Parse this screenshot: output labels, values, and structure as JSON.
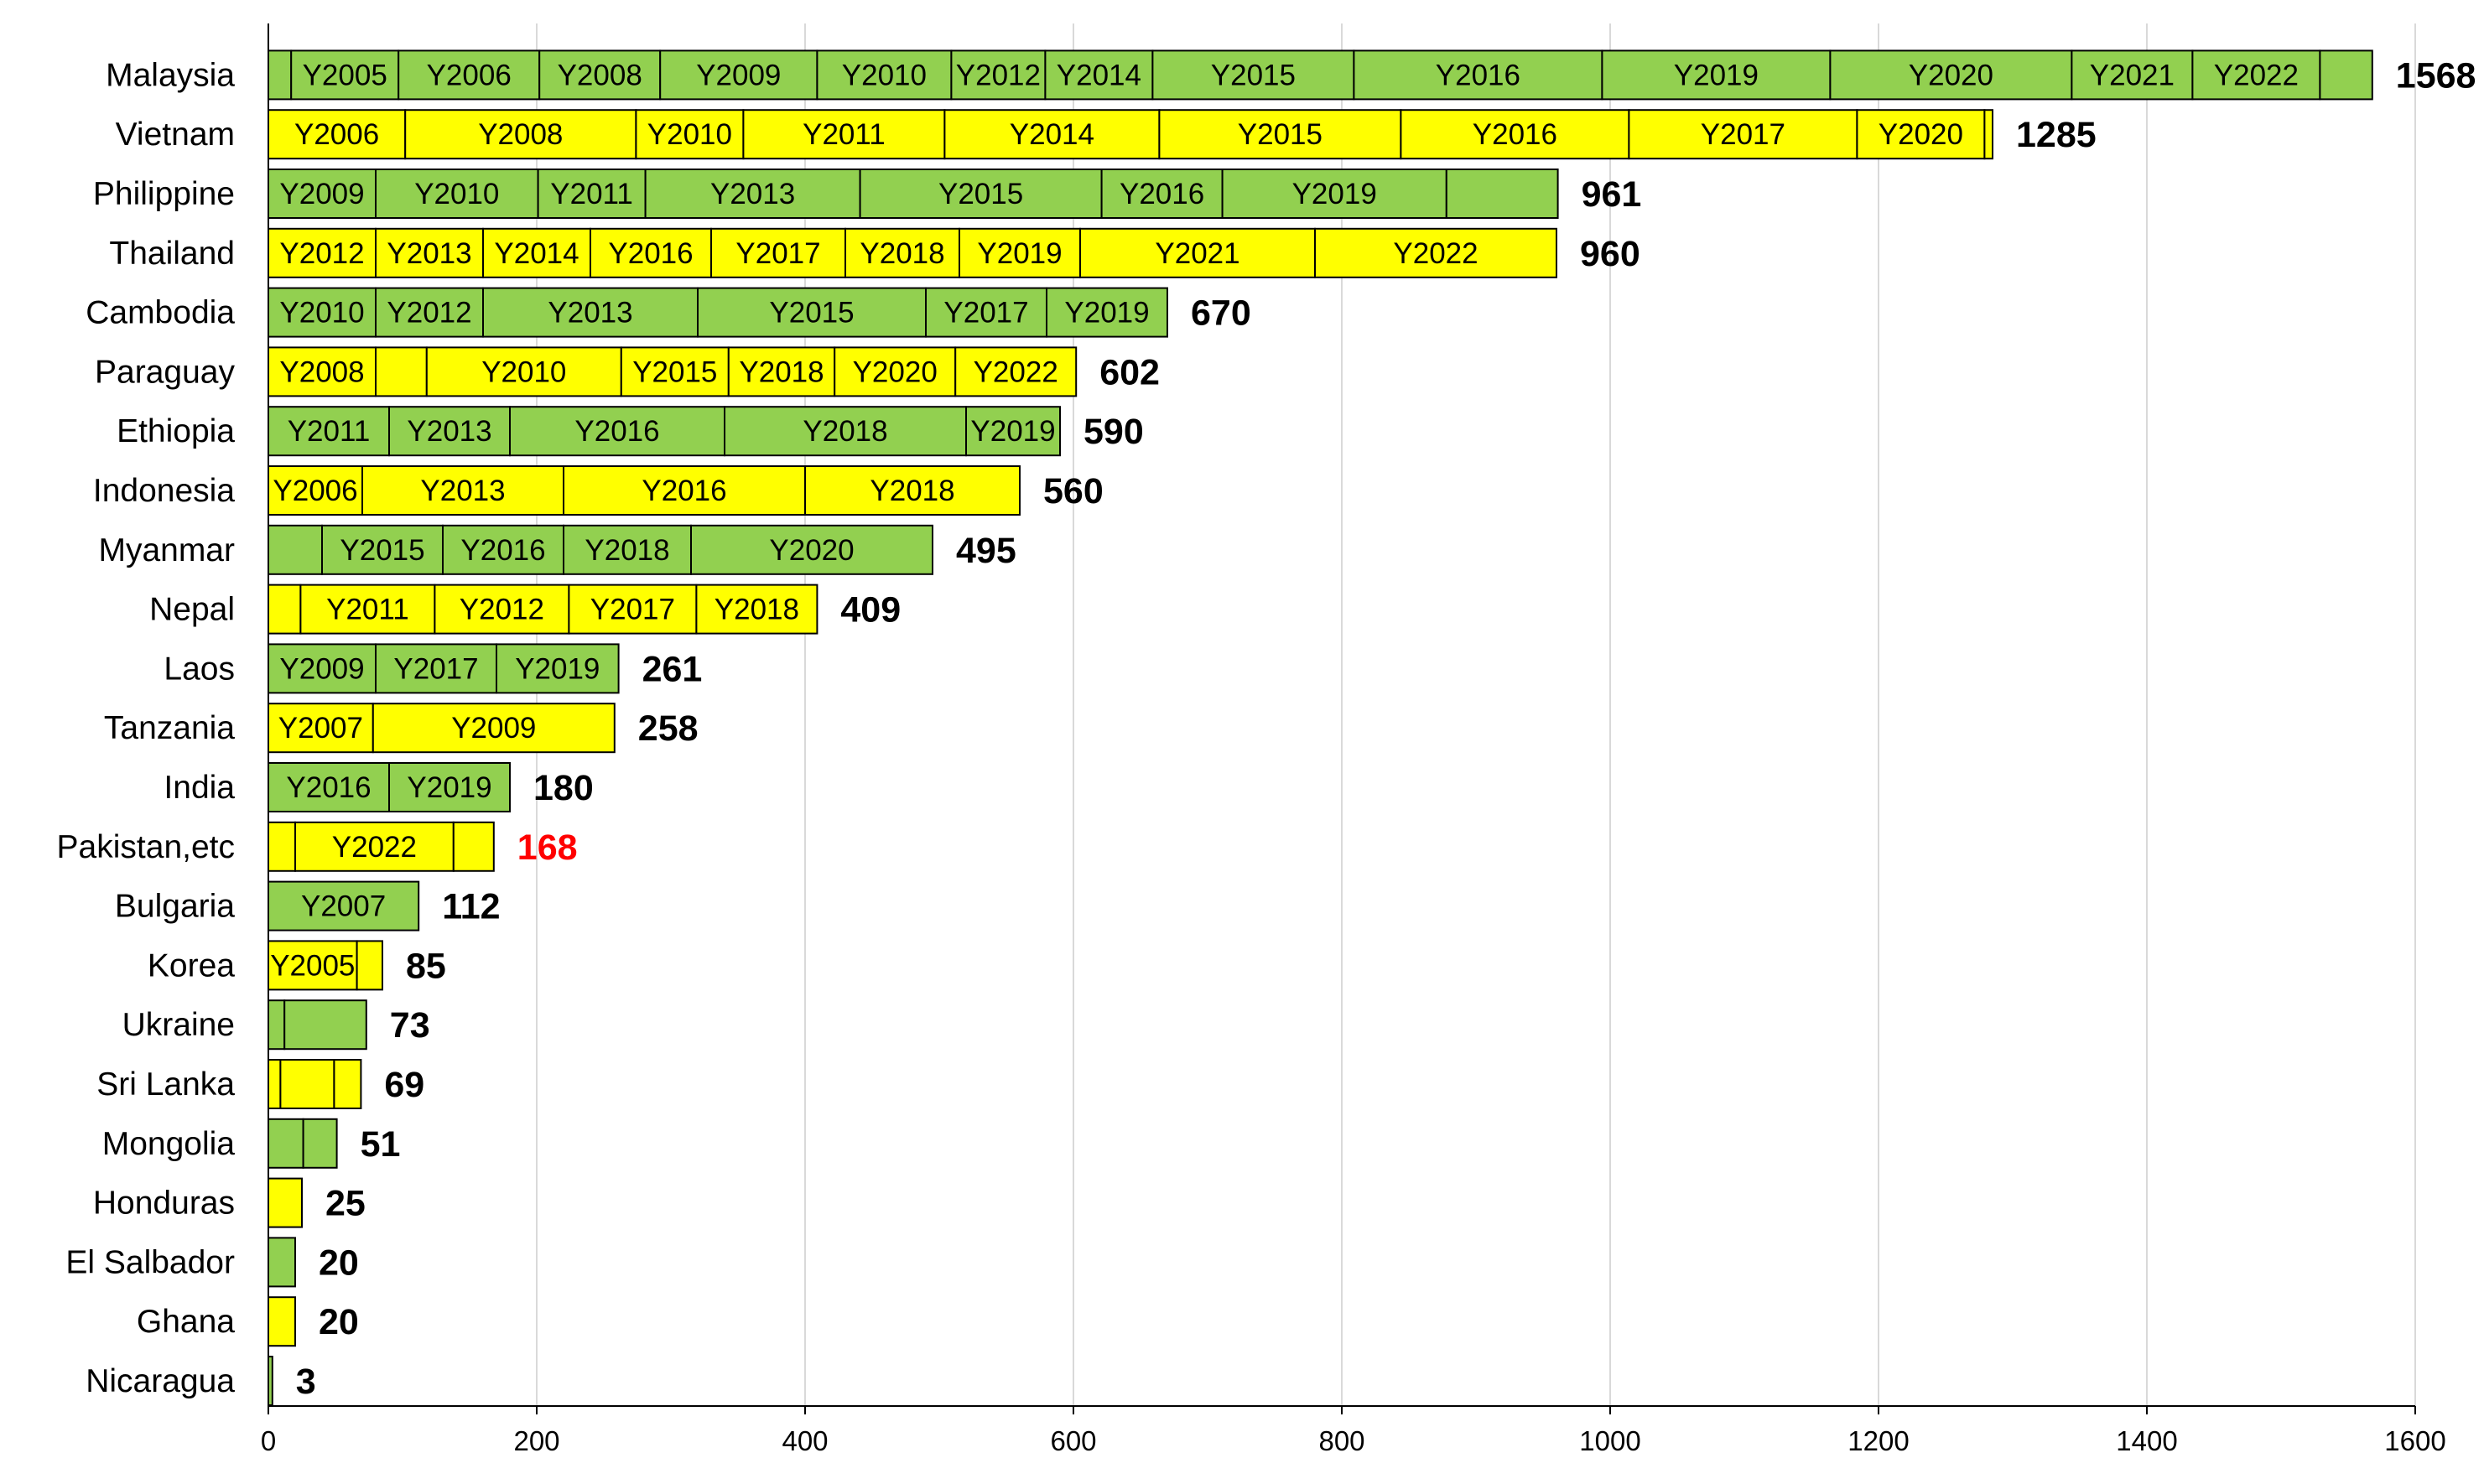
{
  "chart_data": {
    "type": "bar",
    "orientation": "horizontal",
    "stacked": true,
    "title": "",
    "xlabel": "",
    "ylabel": "",
    "xlim": [
      0,
      1600
    ],
    "xticks": [
      0,
      200,
      400,
      600,
      800,
      1000,
      1200,
      1400,
      1600
    ],
    "grid": "vertical",
    "legend": "none",
    "colors": {
      "green": "#92D050",
      "yellow": "#FFFF00",
      "border": "#000000",
      "highlight": "#FF0000",
      "grid": "#D9D9D9"
    },
    "rows": [
      {
        "category": "Malaysia",
        "color": "green",
        "total": 1568,
        "segments": [
          {
            "label": "",
            "value": 17
          },
          {
            "label": "Y2005",
            "value": 80
          },
          {
            "label": "Y2006",
            "value": 105
          },
          {
            "label": "Y2008",
            "value": 90
          },
          {
            "label": "Y2009",
            "value": 117
          },
          {
            "label": "Y2010",
            "value": 100
          },
          {
            "label": "Y2012",
            "value": 70
          },
          {
            "label": "Y2014",
            "value": 80
          },
          {
            "label": "Y2015",
            "value": 150
          },
          {
            "label": "Y2016",
            "value": 185
          },
          {
            "label": "Y2019",
            "value": 170
          },
          {
            "label": "Y2020",
            "value": 180
          },
          {
            "label": "Y2021",
            "value": 90
          },
          {
            "label": "Y2022",
            "value": 95
          },
          {
            "label": "",
            "value": 39
          }
        ]
      },
      {
        "category": "Vietnam",
        "color": "yellow",
        "total": 1285,
        "segments": [
          {
            "label": "Y2006",
            "value": 102
          },
          {
            "label": "Y2008",
            "value": 172
          },
          {
            "label": "Y2010",
            "value": 80
          },
          {
            "label": "Y2011",
            "value": 150
          },
          {
            "label": "Y2014",
            "value": 160
          },
          {
            "label": "Y2015",
            "value": 180
          },
          {
            "label": "Y2016",
            "value": 170
          },
          {
            "label": "Y2017",
            "value": 170
          },
          {
            "label": "Y2020",
            "value": 95
          },
          {
            "label": "",
            "value": 6
          }
        ]
      },
      {
        "category": "Philippine",
        "color": "green",
        "total": 961,
        "segments": [
          {
            "label": "Y2009",
            "value": 80
          },
          {
            "label": "Y2010",
            "value": 121
          },
          {
            "label": "Y2011",
            "value": 80
          },
          {
            "label": "Y2013",
            "value": 160
          },
          {
            "label": "Y2015",
            "value": 180
          },
          {
            "label": "Y2016",
            "value": 90
          },
          {
            "label": "Y2019",
            "value": 167
          },
          {
            "label": "",
            "value": 83
          }
        ]
      },
      {
        "category": "Thailand",
        "color": "yellow",
        "total": 960,
        "segments": [
          {
            "label": "Y2012",
            "value": 80
          },
          {
            "label": "Y2013",
            "value": 80
          },
          {
            "label": "Y2014",
            "value": 80
          },
          {
            "label": "Y2016",
            "value": 90
          },
          {
            "label": "Y2017",
            "value": 100
          },
          {
            "label": "Y2018",
            "value": 85
          },
          {
            "label": "Y2019",
            "value": 90
          },
          {
            "label": "Y2021",
            "value": 175
          },
          {
            "label": "Y2022",
            "value": 180
          }
        ]
      },
      {
        "category": "Cambodia",
        "color": "green",
        "total": 670,
        "segments": [
          {
            "label": "Y2010",
            "value": 80
          },
          {
            "label": "Y2012",
            "value": 80
          },
          {
            "label": "Y2013",
            "value": 160
          },
          {
            "label": "Y2015",
            "value": 170
          },
          {
            "label": "Y2017",
            "value": 90
          },
          {
            "label": "Y2019",
            "value": 90
          }
        ]
      },
      {
        "category": "Paraguay",
        "color": "yellow",
        "total": 602,
        "segments": [
          {
            "label": "Y2008",
            "value": 80
          },
          {
            "label": "",
            "value": 38
          },
          {
            "label": "Y2010",
            "value": 145
          },
          {
            "label": "Y2015",
            "value": 80
          },
          {
            "label": "Y2018",
            "value": 79
          },
          {
            "label": "Y2020",
            "value": 90
          },
          {
            "label": "Y2022",
            "value": 90
          }
        ]
      },
      {
        "category": "Ethiopia",
        "color": "green",
        "total": 590,
        "segments": [
          {
            "label": "Y2011",
            "value": 90
          },
          {
            "label": "Y2013",
            "value": 90
          },
          {
            "label": "Y2016",
            "value": 160
          },
          {
            "label": "Y2018",
            "value": 180
          },
          {
            "label": "Y2019",
            "value": 70
          }
        ]
      },
      {
        "category": "Indonesia",
        "color": "yellow",
        "total": 560,
        "segments": [
          {
            "label": "Y2006",
            "value": 70
          },
          {
            "label": "Y2013",
            "value": 150
          },
          {
            "label": "Y2016",
            "value": 180
          },
          {
            "label": "Y2018",
            "value": 160
          }
        ]
      },
      {
        "category": "Myanmar",
        "color": "green",
        "total": 495,
        "segments": [
          {
            "label": "",
            "value": 40
          },
          {
            "label": "Y2015",
            "value": 90
          },
          {
            "label": "Y2016",
            "value": 90
          },
          {
            "label": "Y2018",
            "value": 95
          },
          {
            "label": "Y2020",
            "value": 180
          }
        ]
      },
      {
        "category": "Nepal",
        "color": "yellow",
        "total": 409,
        "segments": [
          {
            "label": "",
            "value": 24
          },
          {
            "label": "Y2011",
            "value": 100
          },
          {
            "label": "Y2012",
            "value": 100
          },
          {
            "label": "Y2017",
            "value": 95
          },
          {
            "label": "Y2018",
            "value": 90
          }
        ]
      },
      {
        "category": "Laos",
        "color": "green",
        "total": 261,
        "segments": [
          {
            "label": "Y2009",
            "value": 80
          },
          {
            "label": "Y2017",
            "value": 90
          },
          {
            "label": "Y2019",
            "value": 91
          }
        ]
      },
      {
        "category": "Tanzania",
        "color": "yellow",
        "total": 258,
        "segments": [
          {
            "label": "Y2007",
            "value": 78
          },
          {
            "label": "Y2009",
            "value": 180
          }
        ]
      },
      {
        "category": "India",
        "color": "green",
        "total": 180,
        "segments": [
          {
            "label": "Y2016",
            "value": 90
          },
          {
            "label": "Y2019",
            "value": 90
          }
        ]
      },
      {
        "category": "Pakistan,etc",
        "color": "yellow",
        "total": 168,
        "highlight": true,
        "segments": [
          {
            "label": "",
            "value": 20
          },
          {
            "label": "Y2022",
            "value": 118
          },
          {
            "label": "",
            "value": 30
          }
        ]
      },
      {
        "category": "Bulgaria",
        "color": "green",
        "total": 112,
        "segments": [
          {
            "label": "Y2007",
            "value": 112
          }
        ]
      },
      {
        "category": "Korea",
        "color": "yellow",
        "total": 85,
        "segments": [
          {
            "label": "Y2005",
            "value": 66
          },
          {
            "label": "",
            "value": 19
          }
        ]
      },
      {
        "category": "Ukraine",
        "color": "green",
        "total": 73,
        "segments": [
          {
            "label": "",
            "value": 12
          },
          {
            "label": "",
            "value": 61
          }
        ]
      },
      {
        "category": "Sri Lanka",
        "color": "yellow",
        "total": 69,
        "segments": [
          {
            "label": "",
            "value": 9
          },
          {
            "label": "",
            "value": 40
          },
          {
            "label": "",
            "value": 20
          }
        ]
      },
      {
        "category": "Mongolia",
        "color": "green",
        "total": 51,
        "segments": [
          {
            "label": "",
            "value": 26
          },
          {
            "label": "",
            "value": 25
          }
        ]
      },
      {
        "category": "Honduras",
        "color": "yellow",
        "total": 25,
        "segments": [
          {
            "label": "",
            "value": 25
          }
        ]
      },
      {
        "category": "El Salbador",
        "color": "green",
        "total": 20,
        "segments": [
          {
            "label": "",
            "value": 20
          }
        ]
      },
      {
        "category": "Ghana",
        "color": "yellow",
        "total": 20,
        "segments": [
          {
            "label": "",
            "value": 20
          }
        ]
      },
      {
        "category": "Nicaragua",
        "color": "green",
        "total": 3,
        "segments": [
          {
            "label": "",
            "value": 3
          }
        ]
      }
    ]
  }
}
